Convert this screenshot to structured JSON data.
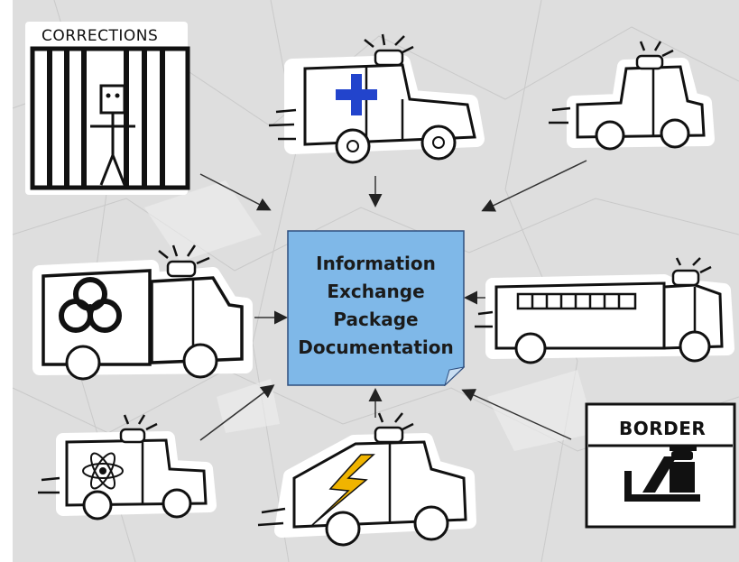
{
  "center": {
    "lines": [
      "Information",
      "Exchange",
      "Package",
      "Documentation"
    ],
    "color": "#7fb8e8"
  },
  "nodes": {
    "corrections": {
      "label": "CORRECTIONS"
    },
    "border": {
      "label": "BORDER"
    }
  },
  "icons": [
    "jail-cell-icon",
    "ambulance-icon",
    "police-car-icon",
    "hazmat-truck-icon",
    "fire-truck-icon",
    "radiation-van-icon",
    "utility-van-icon",
    "border-patrol-icon"
  ]
}
